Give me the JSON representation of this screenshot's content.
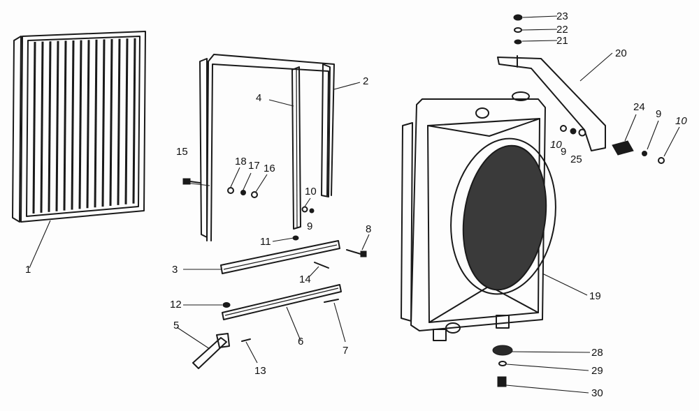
{
  "callouts": {
    "c1": "1",
    "c2": "2",
    "c3": "3",
    "c4": "4",
    "c5": "5",
    "c6": "6",
    "c7": "7",
    "c8": "8",
    "c9a": "9",
    "c10a": "10",
    "c11": "11",
    "c12": "12",
    "c13": "13",
    "c14": "14",
    "c15": "15",
    "c16": "16",
    "c17": "17",
    "c18": "18",
    "c19": "19",
    "c20": "20",
    "c21": "21",
    "c22": "22",
    "c23": "23",
    "c24": "24",
    "c9b": "9",
    "c10b": "10",
    "c10c": "10",
    "c9c": "9",
    "c25": "25",
    "c28": "28",
    "c29": "29",
    "c30": "30"
  }
}
